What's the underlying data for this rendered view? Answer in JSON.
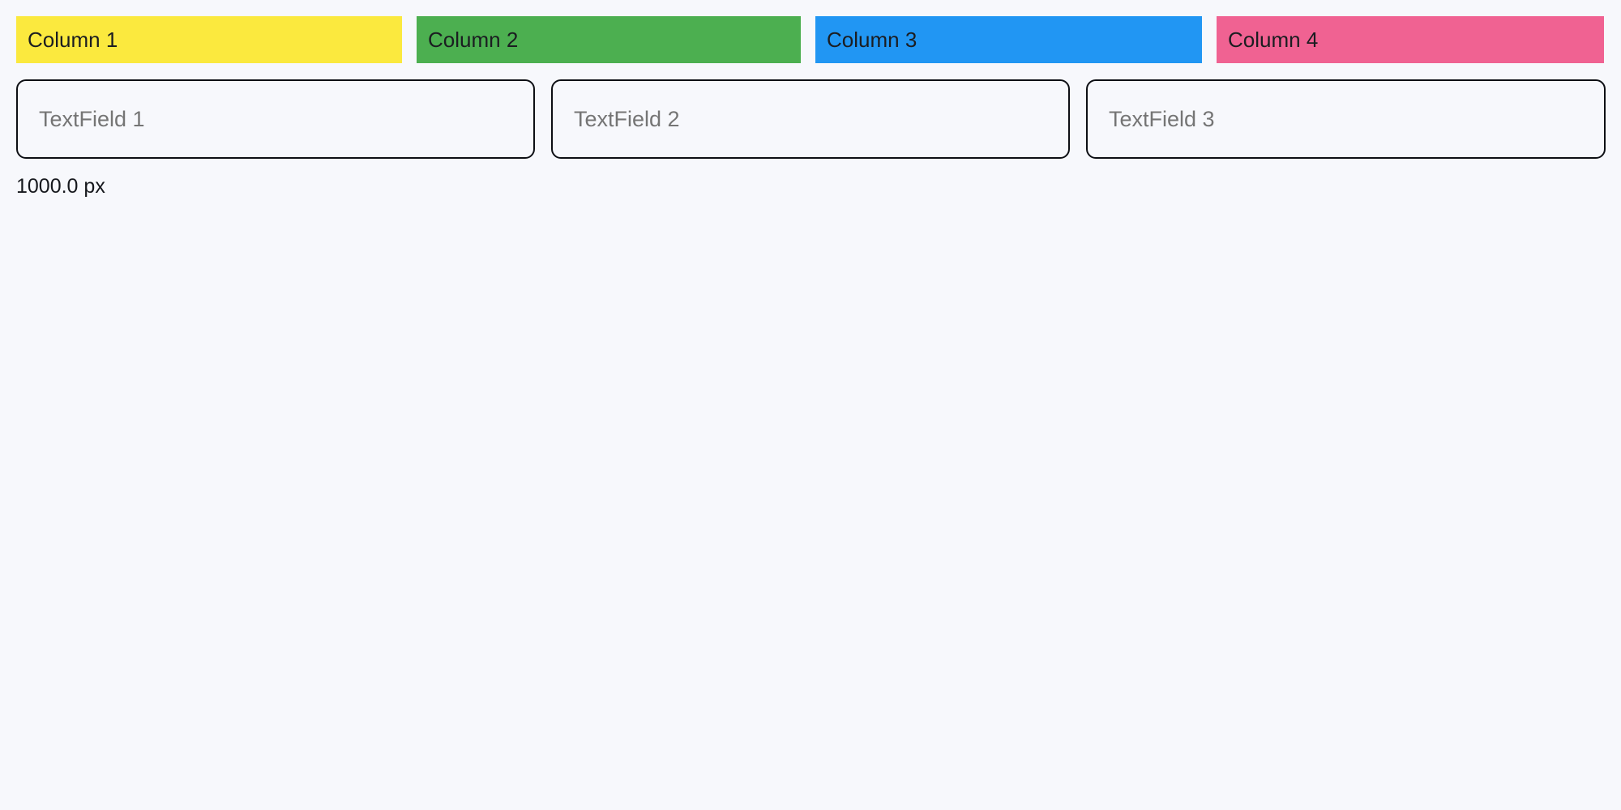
{
  "background_color": "#f7f8fc",
  "columns": {
    "items": [
      {
        "label": "Column 1",
        "color": "#fbe93e",
        "text_color": "#1b1d21"
      },
      {
        "label": "Column 2",
        "color": "#4caf50",
        "text_color": "#1b1d21"
      },
      {
        "label": "Column 3",
        "color": "#2196f3",
        "text_color": "#1b1d21"
      },
      {
        "label": "Column 4",
        "color": "#f06292",
        "text_color": "#1b1d21"
      }
    ]
  },
  "text_fields": {
    "items": [
      {
        "value": "",
        "placeholder": "TextField 1"
      },
      {
        "value": "",
        "placeholder": "TextField 2"
      },
      {
        "value": "",
        "placeholder": "TextField 3"
      }
    ]
  },
  "status": {
    "measurement_label": "1000.0 px"
  }
}
